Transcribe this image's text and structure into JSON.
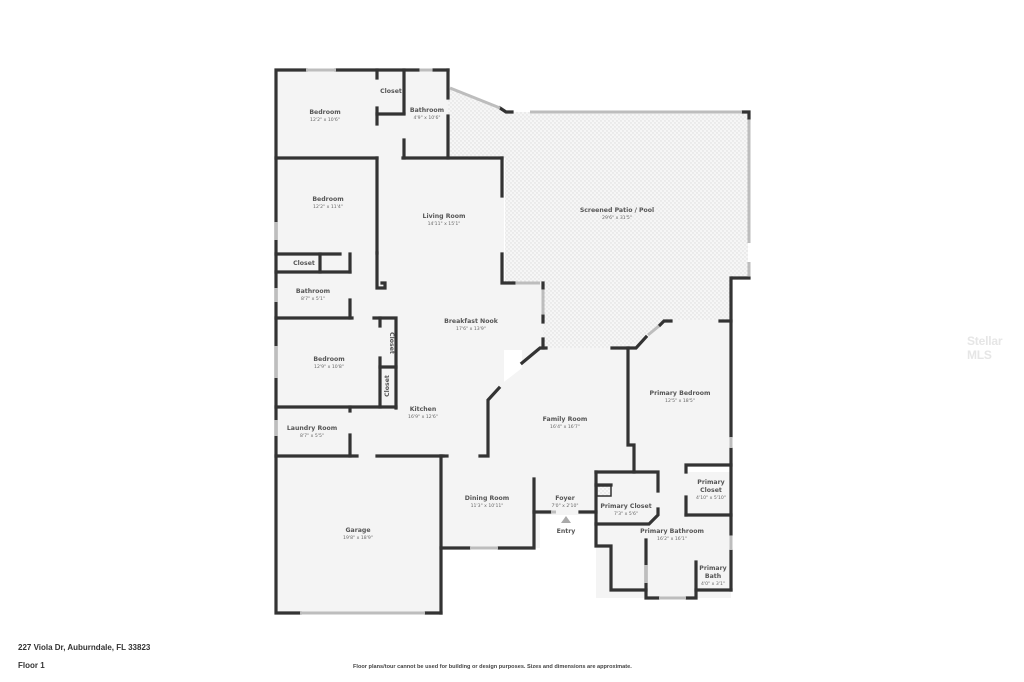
{
  "footer": {
    "address": "227 Viola Dr, Auburndale, FL 33823",
    "floor": "Floor 1",
    "disclaimer": "Floor plans/tour cannot be used for building or design purposes. Sizes and dimensions are approximate."
  },
  "watermark": "Stellar MLS",
  "entry_label": "Entry",
  "rooms": {
    "bedroom_1": {
      "name": "Bedroom",
      "dims": "12'2\" x 10'6\""
    },
    "closet_1": {
      "name": "Closet",
      "dims": ""
    },
    "bathroom_1": {
      "name": "Bathroom",
      "dims": "4'9\" x 10'6\""
    },
    "bedroom_2": {
      "name": "Bedroom",
      "dims": "12'2\" x 11'4\""
    },
    "living_room": {
      "name": "Living Room",
      "dims": "14'11\" x 15'1\""
    },
    "screened_patio": {
      "name": "Screened Patio / Pool",
      "dims": "29'6\" x 31'5\""
    },
    "closet_2": {
      "name": "Closet",
      "dims": ""
    },
    "bathroom_2": {
      "name": "Bathroom",
      "dims": "8'7\" x 5'1\""
    },
    "breakfast_nook": {
      "name": "Breakfast Nook",
      "dims": "17'6\" x 13'9\""
    },
    "bedroom_3": {
      "name": "Bedroom",
      "dims": "12'9\" x 10'8\""
    },
    "closet_3": {
      "name": "Closet",
      "dims": ""
    },
    "closet_4": {
      "name": "Closet",
      "dims": ""
    },
    "kitchen": {
      "name": "Kitchen",
      "dims": "16'9\" x 12'6\""
    },
    "laundry_room": {
      "name": "Laundry Room",
      "dims": "8'7\" x 5'5\""
    },
    "family_room": {
      "name": "Family Room",
      "dims": "16'4\" x 16'7\""
    },
    "primary_bedroom": {
      "name": "Primary Bedroom",
      "dims": "12'5\" x 18'5\""
    },
    "garage": {
      "name": "Garage",
      "dims": "19'8\" x 18'9\""
    },
    "dining_room": {
      "name": "Dining Room",
      "dims": "11'3\" x 10'11\""
    },
    "foyer": {
      "name": "Foyer",
      "dims": "7'0\" x 2'10\""
    },
    "primary_closet_1": {
      "name": "Primary Closet",
      "dims": "7'3\" x 5'6\""
    },
    "primary_closet_2": {
      "name_line1": "Primary",
      "name_line2": "Closet",
      "dims": "4'10\" x 5'10\""
    },
    "primary_bathroom": {
      "name": "Primary Bathroom",
      "dims": "16'2\" x 16'1\""
    },
    "primary_bath": {
      "name_line1": "Primary",
      "name_line2": "Bath",
      "dims": "4'0\" x 3'1\""
    }
  },
  "colors": {
    "wall": "#333333",
    "floor": "#f4f4f4",
    "window": "#bdbdbd",
    "text": "#555555"
  }
}
